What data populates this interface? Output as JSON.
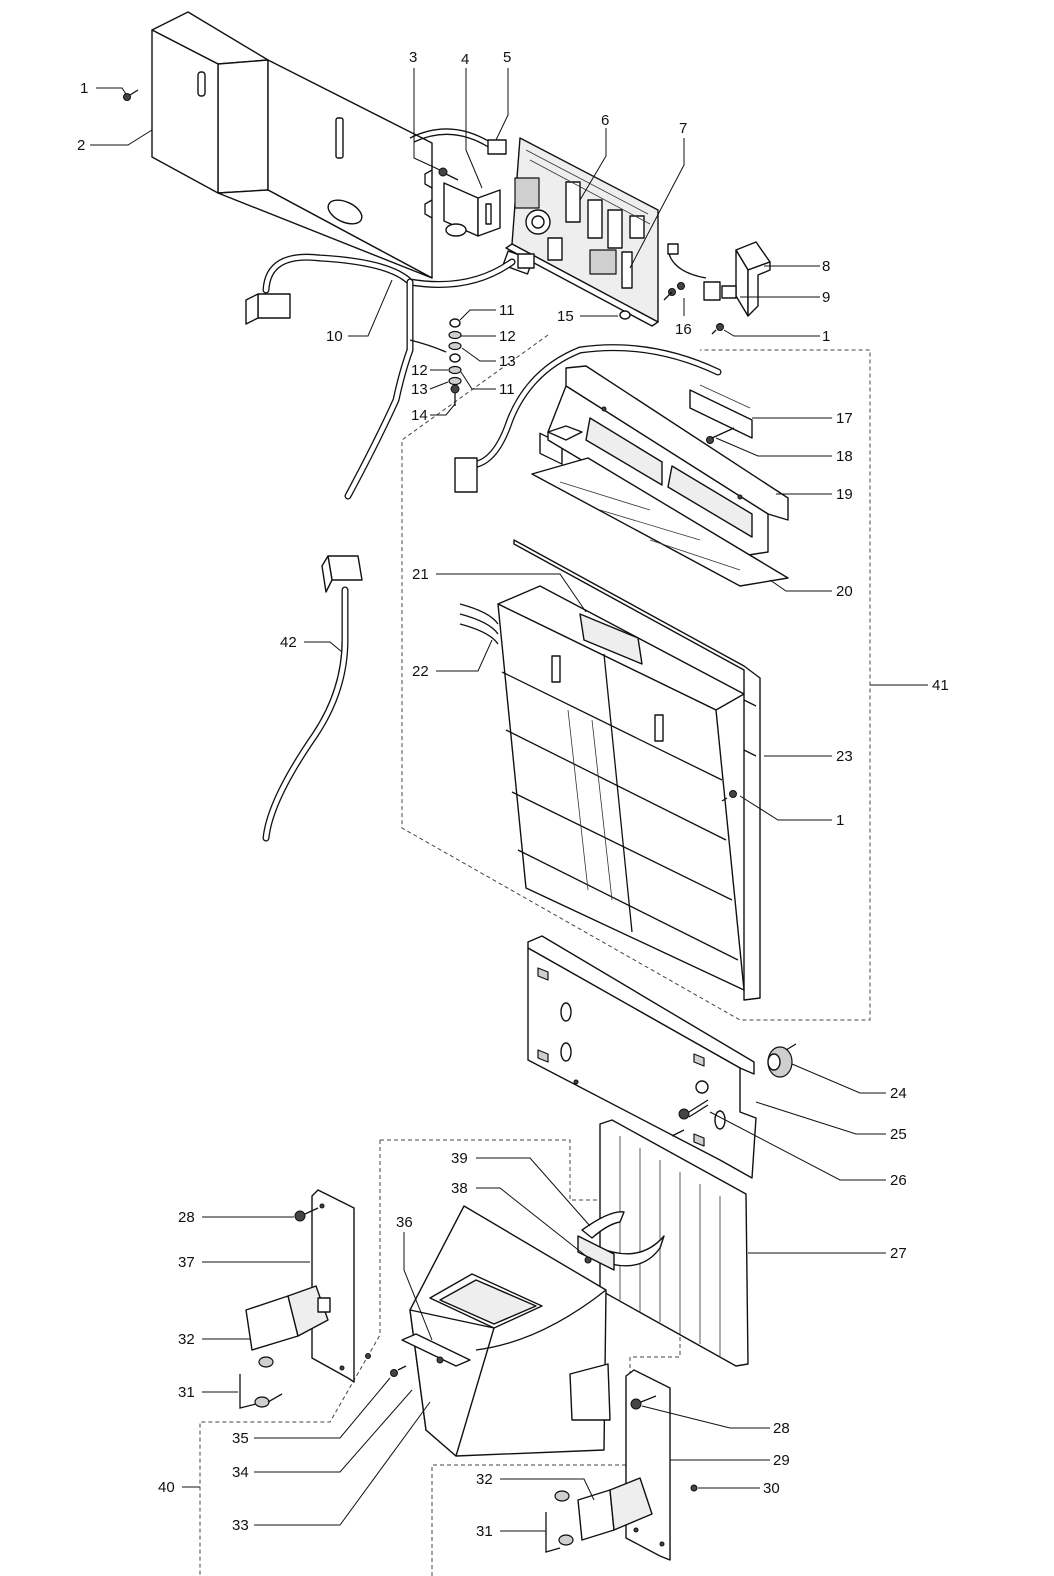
{
  "callouts": [
    {
      "id": "c1a",
      "label": "1"
    },
    {
      "id": "c2",
      "label": "2"
    },
    {
      "id": "c3",
      "label": "3"
    },
    {
      "id": "c4",
      "label": "4"
    },
    {
      "id": "c5",
      "label": "5"
    },
    {
      "id": "c6",
      "label": "6"
    },
    {
      "id": "c7",
      "label": "7"
    },
    {
      "id": "c8",
      "label": "8"
    },
    {
      "id": "c9",
      "label": "9"
    },
    {
      "id": "c1b",
      "label": "1"
    },
    {
      "id": "c10",
      "label": "10"
    },
    {
      "id": "c11a",
      "label": "11"
    },
    {
      "id": "c12a",
      "label": "12"
    },
    {
      "id": "c13a",
      "label": "13"
    },
    {
      "id": "c12b",
      "label": "12"
    },
    {
      "id": "c13b",
      "label": "13"
    },
    {
      "id": "c11b",
      "label": "11"
    },
    {
      "id": "c14",
      "label": "14"
    },
    {
      "id": "c15",
      "label": "15"
    },
    {
      "id": "c16",
      "label": "16"
    },
    {
      "id": "c17",
      "label": "17"
    },
    {
      "id": "c18",
      "label": "18"
    },
    {
      "id": "c19",
      "label": "19"
    },
    {
      "id": "c20",
      "label": "20"
    },
    {
      "id": "c21",
      "label": "21"
    },
    {
      "id": "c22",
      "label": "22"
    },
    {
      "id": "c41",
      "label": "41"
    },
    {
      "id": "c23",
      "label": "23"
    },
    {
      "id": "c1c",
      "label": "1"
    },
    {
      "id": "c42",
      "label": "42"
    },
    {
      "id": "c24",
      "label": "24"
    },
    {
      "id": "c25",
      "label": "25"
    },
    {
      "id": "c26",
      "label": "26"
    },
    {
      "id": "c39",
      "label": "39"
    },
    {
      "id": "c38",
      "label": "38"
    },
    {
      "id": "c28a",
      "label": "28"
    },
    {
      "id": "c27",
      "label": "27"
    },
    {
      "id": "c37",
      "label": "37"
    },
    {
      "id": "c36",
      "label": "36"
    },
    {
      "id": "c32a",
      "label": "32"
    },
    {
      "id": "c31a",
      "label": "31"
    },
    {
      "id": "c35",
      "label": "35"
    },
    {
      "id": "c28b",
      "label": "28"
    },
    {
      "id": "c29",
      "label": "29"
    },
    {
      "id": "c34",
      "label": "34"
    },
    {
      "id": "c40",
      "label": "40"
    },
    {
      "id": "c30",
      "label": "30"
    },
    {
      "id": "c32b",
      "label": "32"
    },
    {
      "id": "c33",
      "label": "33"
    },
    {
      "id": "c31b",
      "label": "31"
    }
  ]
}
